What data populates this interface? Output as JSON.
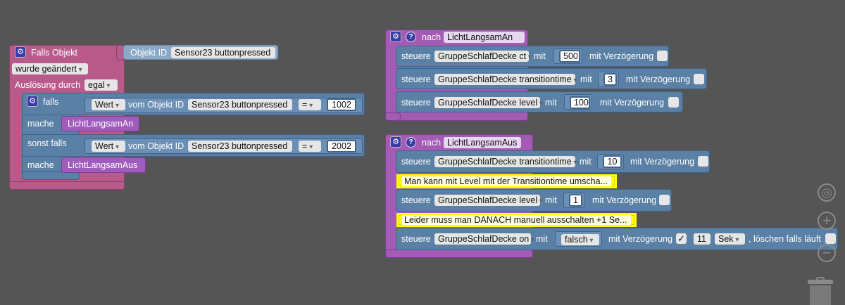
{
  "trigger": {
    "title": "Falls Objekt",
    "object_id_label": "Objekt ID",
    "object_id_value": "Sensor23 buttonpressed",
    "changed": "wurde geändert",
    "trigger_by_label": "Auslösung durch",
    "trigger_by_value": "egal"
  },
  "if_block": {
    "if_label": "falls",
    "do_label": "mache",
    "elseif_label": "sonst falls",
    "cond1": {
      "prop": "Wert",
      "of_label": "vom Objekt ID",
      "object": "Sensor23 buttonpressed",
      "op": "=",
      "value": "1002"
    },
    "do1": "LichtLangsamAn",
    "cond2": {
      "prop": "Wert",
      "of_label": "vom Objekt ID",
      "object": "Sensor23 buttonpressed",
      "op": "=",
      "value": "2002"
    },
    "do2": "LichtLangsamAus"
  },
  "func_an": {
    "label": "nach",
    "name": "LichtLangsamAn",
    "rows": [
      {
        "cmd": "steuere",
        "target": "GruppeSchlafDecke ct",
        "with": "mit",
        "value": "500",
        "delay": "mit Verzögerung"
      },
      {
        "cmd": "steuere",
        "target": "GruppeSchlafDecke transitiontime",
        "with": "mit",
        "value": "3",
        "delay": "mit Verzögerung"
      },
      {
        "cmd": "steuere",
        "target": "GruppeSchlafDecke level",
        "with": "mit",
        "value": "100",
        "delay": "mit Verzögerung"
      }
    ]
  },
  "func_aus": {
    "label": "nach",
    "name": "LichtLangsamAus",
    "row1": {
      "cmd": "steuere",
      "target": "GruppeSchlafDecke transitiontime",
      "with": "mit",
      "value": "10",
      "delay": "mit Verzögerung"
    },
    "comment1": "Man kann mit Level mit der Transitiontime umscha...",
    "row2": {
      "cmd": "steuere",
      "target": "GruppeSchlafDecke level",
      "with": "mit",
      "value": "1",
      "delay": "mit Verzögerung"
    },
    "comment2": "Leider muss man DANACH manuell ausschalten +1 Se...",
    "row3": {
      "cmd": "steuere",
      "target": "GruppeSchlafDecke on",
      "with": "mit",
      "value": "falsch",
      "delay": "mit Verzögerung",
      "delay_checked": "✓",
      "delay_amount": "11",
      "unit": "Sek",
      "clear": ", löschen falls läuft"
    }
  },
  "icons": {
    "gear": "⚙",
    "help": "?",
    "zoom_in": "+",
    "zoom_out": "−",
    "center": "◎"
  },
  "colors": {
    "workspace": "#555555",
    "event": "#b85b8a",
    "control": "#5b80a5",
    "function": "#a45bb5",
    "comment": "#ffff00"
  }
}
